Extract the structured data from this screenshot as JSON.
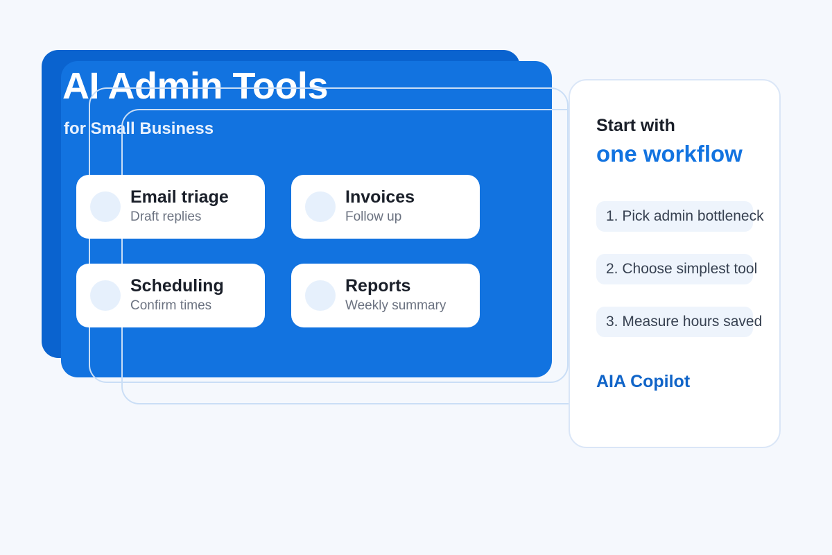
{
  "theme": {
    "page_background": "#f5f8fd",
    "primary_blue": "#1273e0",
    "dark_blue": "#0a63cf",
    "accent_link_blue": "#1064c8",
    "outline_stroke": "#cadef6",
    "panel_border": "#dae6f7",
    "tile_surface": "#ffffff",
    "tile_icon_fill": "#e6f0fc",
    "step_pill_fill": "#eef4fc",
    "title_text": "#ffffff",
    "subtitle_text": "#e8f1fd",
    "heading_text": "#1a1f29",
    "muted_text": "#6b7280",
    "step_text": "#374151"
  },
  "main_panel": {
    "title": "AI Admin Tools",
    "subtitle": "for Small Business",
    "tiles": [
      {
        "icon": "circle-icon",
        "title": "Email triage",
        "subtitle": "Draft replies"
      },
      {
        "icon": "circle-icon",
        "title": "Invoices",
        "subtitle": "Follow up"
      },
      {
        "icon": "circle-icon",
        "title": "Scheduling",
        "subtitle": "Confirm times"
      },
      {
        "icon": "circle-icon",
        "title": "Reports",
        "subtitle": "Weekly summary"
      }
    ]
  },
  "right_panel": {
    "eyebrow": "Start with",
    "headline": "one workflow",
    "steps": [
      "1. Pick admin bottleneck",
      "2. Choose simplest tool",
      "3. Measure hours saved"
    ],
    "footer": "AIA Copilot"
  }
}
